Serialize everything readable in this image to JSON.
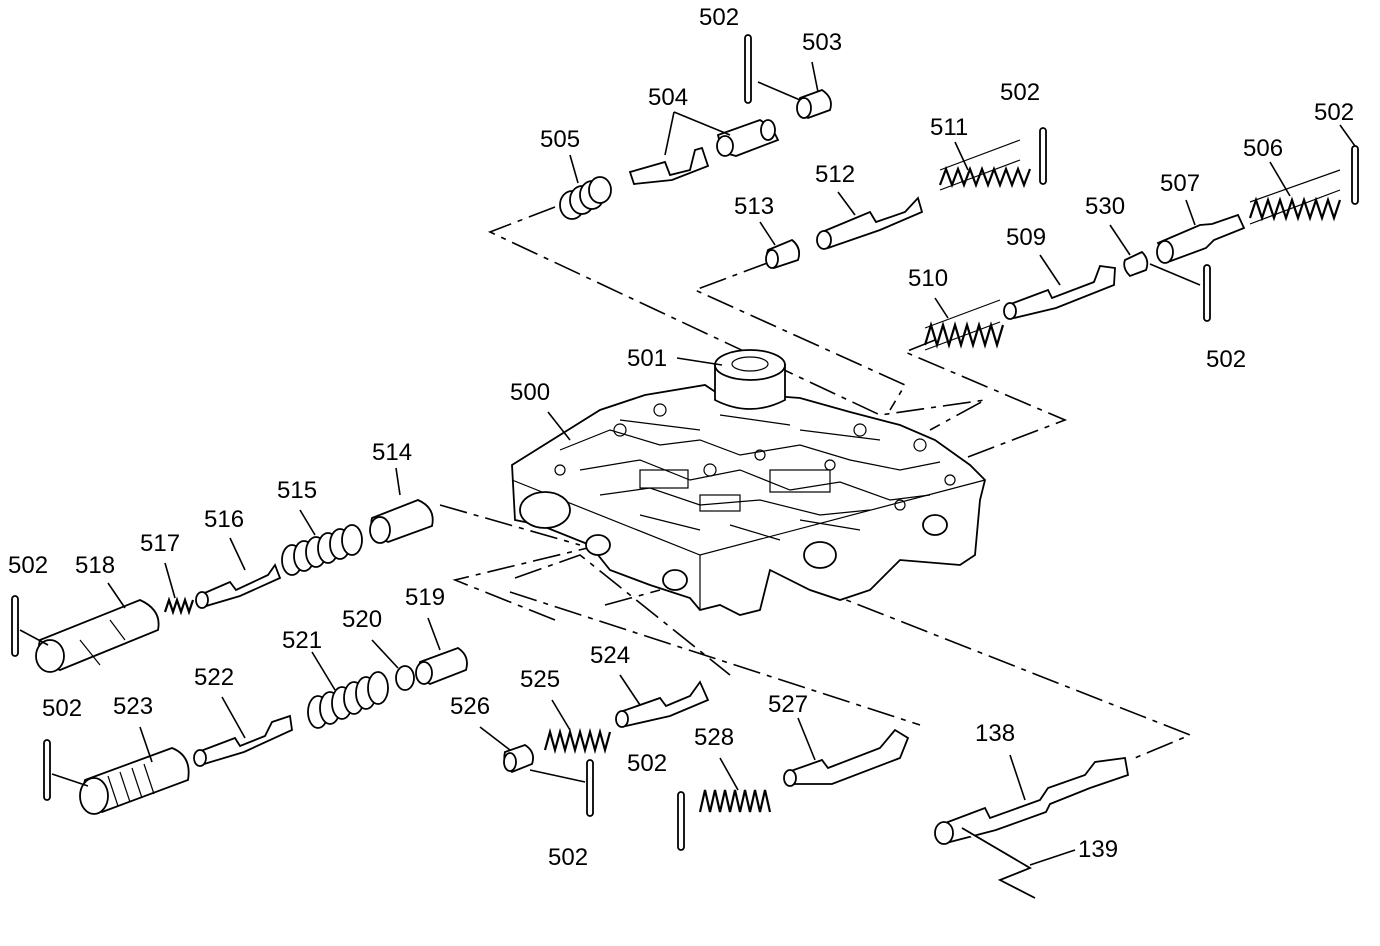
{
  "diagram": {
    "labels": [
      {
        "id": "502-a",
        "text": "502"
      },
      {
        "id": "503",
        "text": "503"
      },
      {
        "id": "504",
        "text": "504"
      },
      {
        "id": "505",
        "text": "505"
      },
      {
        "id": "511",
        "text": "511"
      },
      {
        "id": "502-b",
        "text": "502"
      },
      {
        "id": "502-c",
        "text": "502"
      },
      {
        "id": "506",
        "text": "506"
      },
      {
        "id": "512",
        "text": "512"
      },
      {
        "id": "513",
        "text": "513"
      },
      {
        "id": "507",
        "text": "507"
      },
      {
        "id": "530",
        "text": "530"
      },
      {
        "id": "509",
        "text": "509"
      },
      {
        "id": "510",
        "text": "510"
      },
      {
        "id": "502-d",
        "text": "502"
      },
      {
        "id": "501",
        "text": "501"
      },
      {
        "id": "500",
        "text": "500"
      },
      {
        "id": "514",
        "text": "514"
      },
      {
        "id": "515",
        "text": "515"
      },
      {
        "id": "516",
        "text": "516"
      },
      {
        "id": "517",
        "text": "517"
      },
      {
        "id": "502-e",
        "text": "502"
      },
      {
        "id": "518",
        "text": "518"
      },
      {
        "id": "519",
        "text": "519"
      },
      {
        "id": "520",
        "text": "520"
      },
      {
        "id": "521",
        "text": "521"
      },
      {
        "id": "522",
        "text": "522"
      },
      {
        "id": "502-f",
        "text": "502"
      },
      {
        "id": "523",
        "text": "523"
      },
      {
        "id": "524",
        "text": "524"
      },
      {
        "id": "525",
        "text": "525"
      },
      {
        "id": "526",
        "text": "526"
      },
      {
        "id": "527",
        "text": "527"
      },
      {
        "id": "528",
        "text": "528"
      },
      {
        "id": "502-g",
        "text": "502"
      },
      {
        "id": "502-h",
        "text": "502"
      },
      {
        "id": "138",
        "text": "138"
      },
      {
        "id": "139",
        "text": "139"
      }
    ]
  }
}
